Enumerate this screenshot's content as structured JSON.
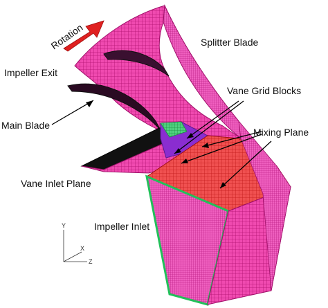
{
  "labels": {
    "rotation": "Rotation",
    "splitter_blade": "Splitter Blade",
    "impeller_exit": "Impeller Exit",
    "vane_grid_blocks": "Vane Grid Blocks",
    "main_blade": "Main Blade",
    "mixing_plane": "Mixing Plane",
    "vane_inlet_plane": "Vane Inlet Plane",
    "impeller_inlet": "Impeller Inlet"
  },
  "axes": {
    "y": "Y",
    "x": "X",
    "z": "Z"
  },
  "colors": {
    "mesh_magenta": "#e8189a",
    "mesh_magenta_dark": "#b0106f",
    "mesh_red": "#e0282e",
    "mesh_green": "#22c05a",
    "vane_purple": "#8a2dd0",
    "blade_black": "#111111",
    "rotation_arrow": "#e02020"
  }
}
